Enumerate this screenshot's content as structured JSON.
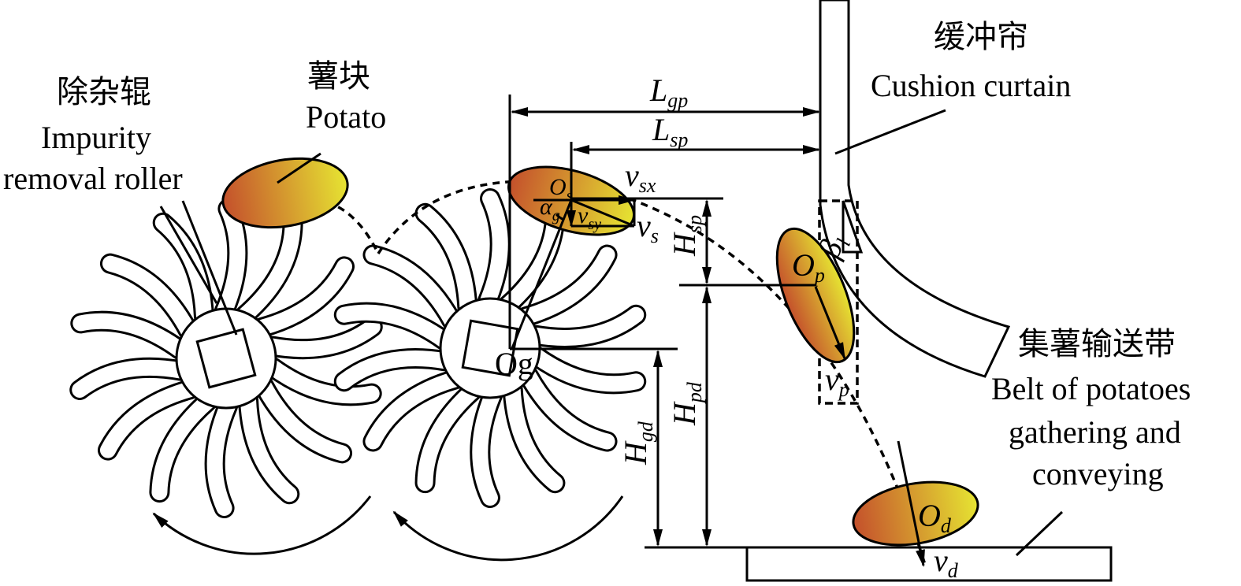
{
  "labels": {
    "roller_cn": "除杂辊",
    "roller_en1": "Impurity",
    "roller_en2": "removal roller",
    "potato_cn": "薯块",
    "potato_en": "Potato",
    "curtain_cn": "缓冲帘",
    "curtain_en": "Cushion curtain",
    "belt_cn": "集薯输送带",
    "belt_en1": "Belt of potatoes",
    "belt_en2": "gathering and",
    "belt_en3": "conveying",
    "og": "Og"
  },
  "symbols": {
    "Lgp": [
      "L",
      "gp"
    ],
    "Lsp": [
      "L",
      "sp"
    ],
    "Os": [
      "O",
      "s"
    ],
    "vsx": [
      "v",
      "sx"
    ],
    "vsy": [
      "v",
      "sy"
    ],
    "vs": [
      "v",
      "s"
    ],
    "alpha": [
      "α",
      "g"
    ],
    "Hsp": [
      "H",
      "sp"
    ],
    "Hpd": [
      "H",
      "pd"
    ],
    "Hgd": [
      "H",
      "gd"
    ],
    "Op": [
      "O",
      "p"
    ],
    "vp": [
      "v",
      "p"
    ],
    "beta": [
      "β",
      "l"
    ],
    "Od": [
      "O",
      "d"
    ],
    "vd": [
      "v",
      "d"
    ]
  },
  "colors": {
    "potato_start": "#c4502c",
    "potato_end": "#e6e432"
  }
}
